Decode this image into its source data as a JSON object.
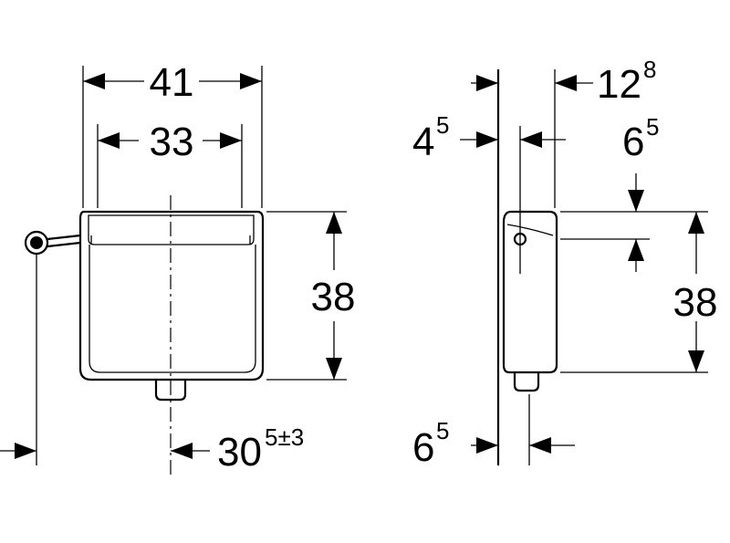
{
  "front_view": {
    "width_outer": "41",
    "width_inner": "33",
    "height": "38",
    "offset_main": "30",
    "offset_sup": "5±3"
  },
  "side_view": {
    "depth_top_main": "12",
    "depth_top_sup": "8",
    "wall_offset_main": "4",
    "wall_offset_sup": "5",
    "inlet_height_main": "6",
    "inlet_height_sup": "5",
    "height": "38",
    "outlet_offset_main": "6",
    "outlet_offset_sup": "5"
  }
}
